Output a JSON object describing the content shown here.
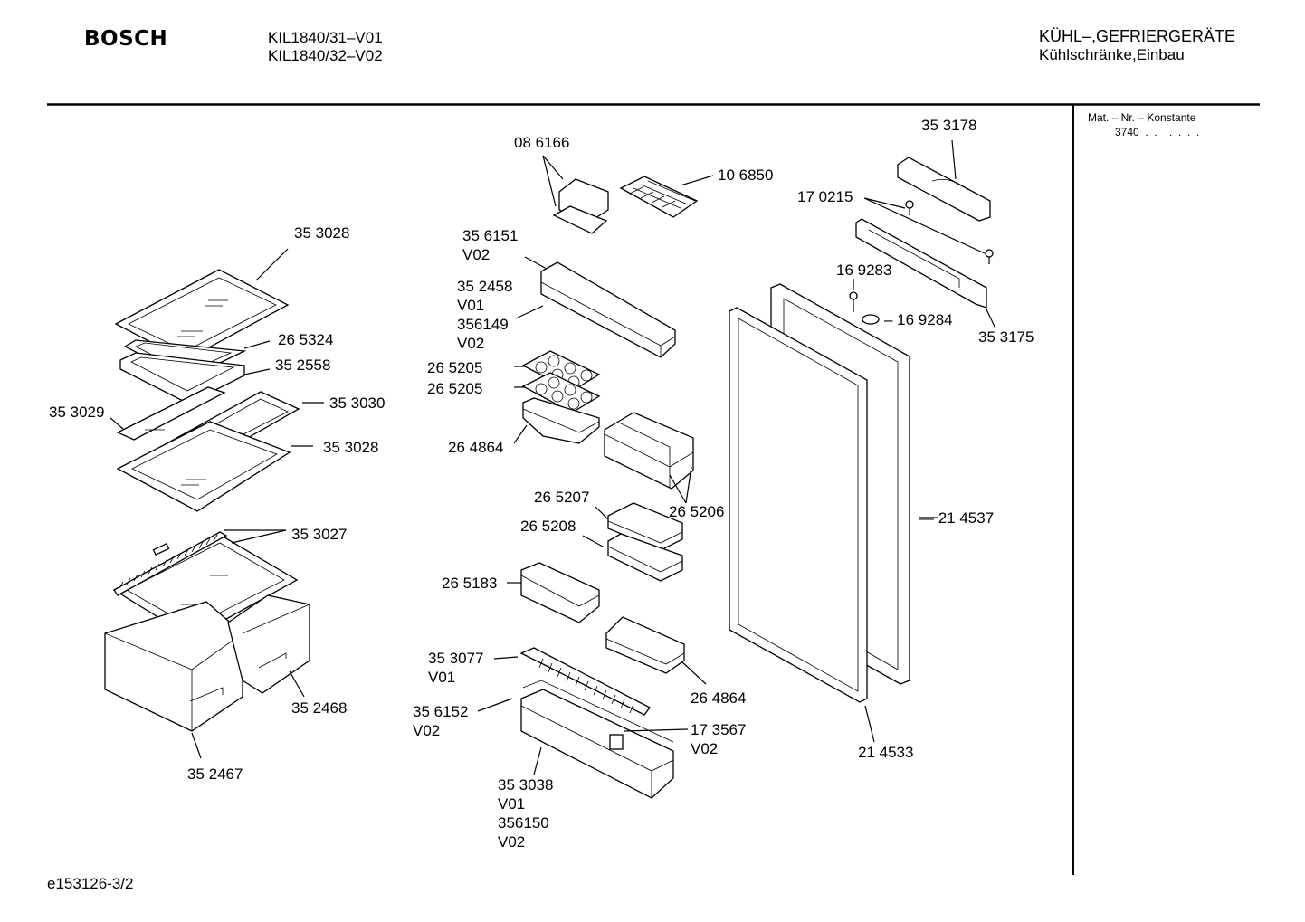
{
  "header": {
    "brand": "BOSCH",
    "models": [
      "KIL1840/31–V01",
      "KIL1840/32–V02"
    ],
    "category": "KÜHL–,GEFRIERGERÄTE",
    "subcategory": "Kühlschränke,Einbau"
  },
  "sidebar": {
    "mat_label": "Mat. – Nr. – Konstante",
    "mat_value": "3740  .  .    .  .  .  ."
  },
  "footer": {
    "doc_id": "e153126-3/2"
  },
  "parts": [
    {
      "id": "p01",
      "lines": [
        "08 6166"
      ]
    },
    {
      "id": "p02",
      "lines": [
        "10 6850"
      ]
    },
    {
      "id": "p03",
      "lines": [
        "35 3178"
      ]
    },
    {
      "id": "p04",
      "lines": [
        "17 0215"
      ]
    },
    {
      "id": "p05",
      "lines": [
        "35 6151",
        "V02"
      ]
    },
    {
      "id": "p06",
      "lines": [
        "35 2458",
        "V01",
        "356149",
        "V02"
      ]
    },
    {
      "id": "p07",
      "lines": [
        "16 9283"
      ]
    },
    {
      "id": "p08",
      "lines": [
        "– 16 9284"
      ]
    },
    {
      "id": "p09",
      "lines": [
        "35 3175"
      ]
    },
    {
      "id": "p10",
      "lines": [
        "35 3028"
      ]
    },
    {
      "id": "p11",
      "lines": [
        "26 5324"
      ]
    },
    {
      "id": "p12",
      "lines": [
        "35 2558"
      ]
    },
    {
      "id": "p13",
      "lines": [
        "35 3030"
      ]
    },
    {
      "id": "p14",
      "lines": [
        "35 3029"
      ]
    },
    {
      "id": "p15",
      "lines": [
        "35 3028"
      ]
    },
    {
      "id": "p16",
      "lines": [
        "26 5205"
      ]
    },
    {
      "id": "p17",
      "lines": [
        "26 5205"
      ]
    },
    {
      "id": "p18",
      "lines": [
        "26 4864"
      ]
    },
    {
      "id": "p19",
      "lines": [
        "26 5207"
      ]
    },
    {
      "id": "p20",
      "lines": [
        "26 5206"
      ]
    },
    {
      "id": "p21",
      "lines": [
        "26 5208"
      ]
    },
    {
      "id": "p22",
      "lines": [
        "— 21 4537"
      ]
    },
    {
      "id": "p23",
      "lines": [
        "35 3027"
      ]
    },
    {
      "id": "p24",
      "lines": [
        "26 5183"
      ]
    },
    {
      "id": "p25",
      "lines": [
        "35 3077",
        "V01"
      ]
    },
    {
      "id": "p26",
      "lines": [
        "26 4864"
      ]
    },
    {
      "id": "p27",
      "lines": [
        "35 2468"
      ]
    },
    {
      "id": "p28",
      "lines": [
        "35 6152",
        "V02"
      ]
    },
    {
      "id": "p29",
      "lines": [
        "17 3567",
        "V02"
      ]
    },
    {
      "id": "p30",
      "lines": [
        "21 4533"
      ]
    },
    {
      "id": "p31",
      "lines": [
        "35 2467"
      ]
    },
    {
      "id": "p32",
      "lines": [
        "35 3038",
        "V01",
        "356150",
        "V02"
      ]
    }
  ]
}
